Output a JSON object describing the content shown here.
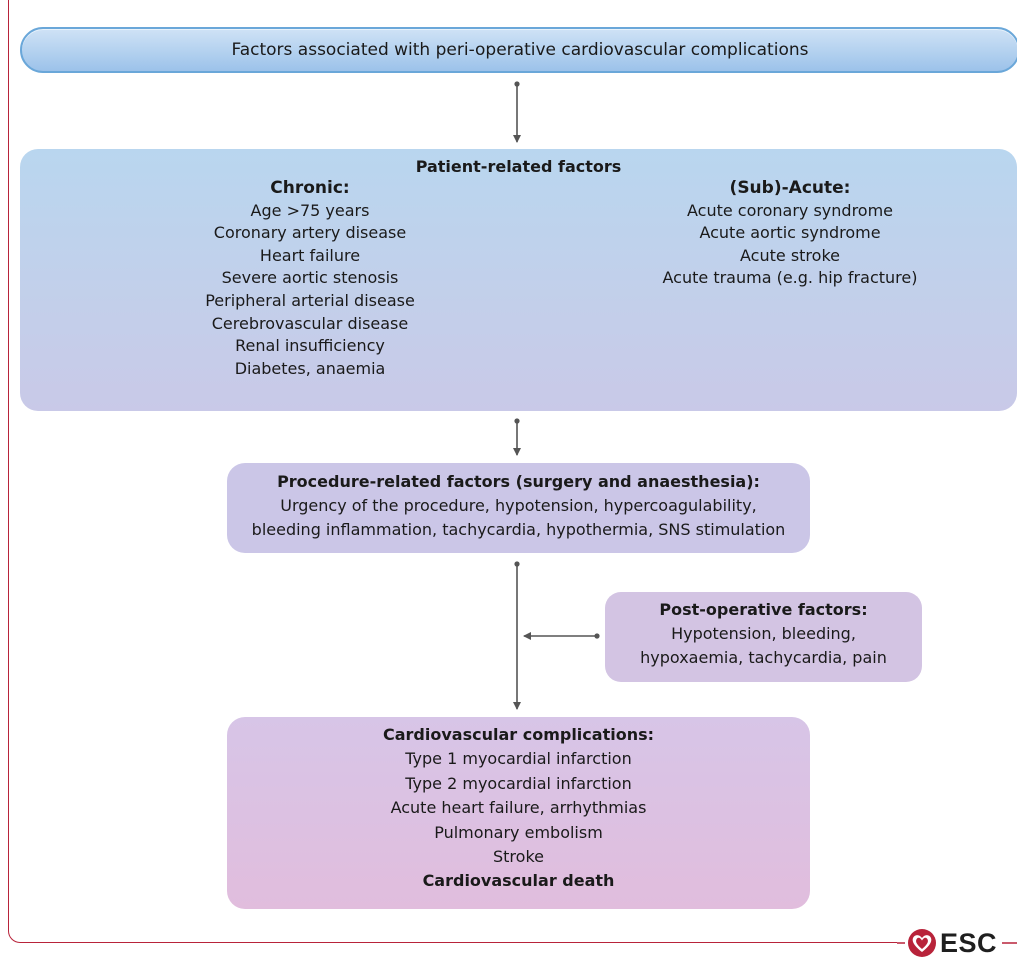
{
  "colors": {
    "frame": "#b8233a",
    "connector": "#555555",
    "logo": "#b8233a"
  },
  "title": "Factors associated with peri-operative cardiovascular complications",
  "patient": {
    "title": "Patient-related factors",
    "chronic_label": "Chronic:",
    "chronic": [
      "Age >75 years",
      "Coronary artery disease",
      "Heart failure",
      "Severe aortic stenosis",
      "Peripheral arterial disease",
      "Cerebrovascular disease",
      "Renal insufficiency",
      "Diabetes, anaemia"
    ],
    "acute_label": "(Sub)-Acute:",
    "acute": [
      "Acute coronary syndrome",
      "Acute aortic syndrome",
      "Acute stroke",
      "Acute trauma (e.g. hip fracture)"
    ]
  },
  "procedure": {
    "title": "Procedure-related factors (surgery and anaesthesia):",
    "lines": [
      "Urgency of the procedure, hypotension, hypercoagulability,",
      "bleeding inflammation, tachycardia, hypothermia, SNS stimulation"
    ]
  },
  "post_op": {
    "title": "Post-operative factors:",
    "lines": [
      "Hypotension, bleeding,",
      "hypoxaemia, tachycardia, pain"
    ]
  },
  "complications": {
    "title": "Cardiovascular complications:",
    "lines": [
      "Type 1 myocardial infarction",
      "Type 2 myocardial infarction",
      "Acute heart failure, arrhythmias",
      "Pulmonary embolism",
      "Stroke"
    ],
    "final": "Cardiovascular death"
  },
  "logo": {
    "text": "ESC",
    "icon": "heart-icon"
  }
}
